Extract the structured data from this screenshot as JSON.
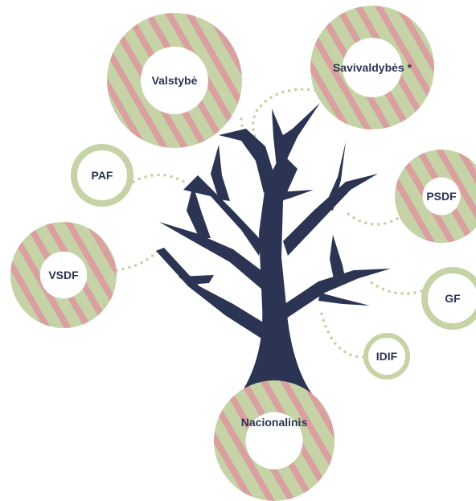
{
  "nodes": {
    "valstybe": "Valstybė",
    "savivaldybes": "Savivaldybės *",
    "paf": "PAF",
    "psdf": "PSDF",
    "vsdf": "VSDF",
    "gf": "GF",
    "idif": "IDIF",
    "nacionalinis": "Nacionalinis"
  },
  "colors": {
    "tree": "#2b3553",
    "ring_green": "#c6d3a6",
    "ring_pink": "#d9a09f",
    "connector": "#c9cfa6"
  }
}
